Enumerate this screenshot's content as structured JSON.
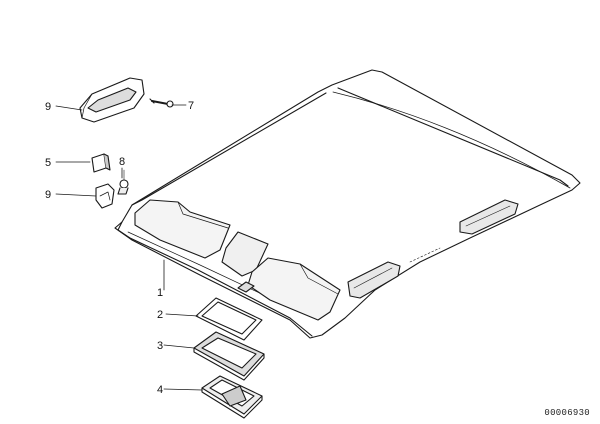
{
  "diagram": {
    "document_number": "00006930",
    "callouts": [
      {
        "id": "c9a",
        "label": "9"
      },
      {
        "id": "c7",
        "label": "7"
      },
      {
        "id": "c5",
        "label": "5"
      },
      {
        "id": "c8",
        "label": "8"
      },
      {
        "id": "c9b",
        "label": "9"
      },
      {
        "id": "c1",
        "label": "1"
      },
      {
        "id": "c2",
        "label": "2"
      },
      {
        "id": "c3",
        "label": "3"
      },
      {
        "id": "c4",
        "label": "4"
      }
    ]
  }
}
